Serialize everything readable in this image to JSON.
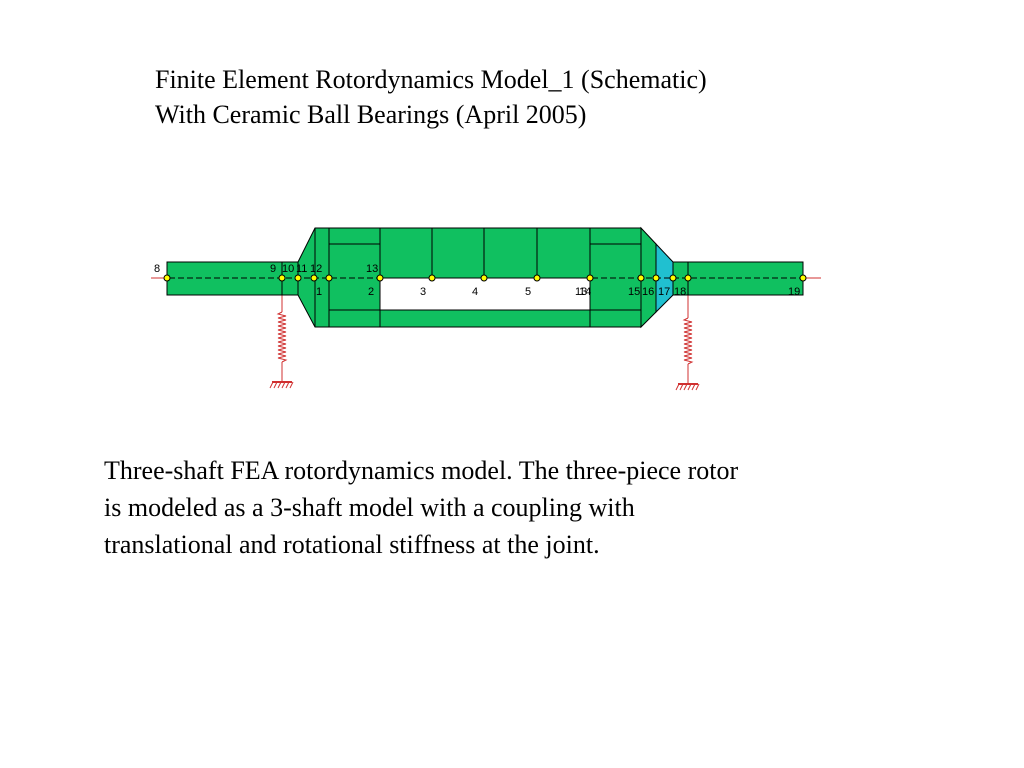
{
  "title": {
    "line1": "Finite Element Rotordynamics Model_1 (Schematic)",
    "line2": "With Ceramic Ball Bearings (April 2005)"
  },
  "caption": {
    "line1": "Three-shaft FEA rotordynamics model. The three-piece rotor",
    "line2": "is modeled as a 3-shaft model with a coupling with",
    "line3": "translational  and rotational stiffness at the joint."
  },
  "diagram": {
    "colors": {
      "shaft": "#10c060",
      "coupling": "#20c0d0",
      "outline": "#000000",
      "axis": "#000000",
      "node": "#ffff00",
      "spring": "#d03030"
    },
    "top_labels": [
      "8",
      "9",
      "10",
      "11",
      "12",
      "13"
    ],
    "bottom_labels": [
      "1",
      "2",
      "3",
      "4",
      "5",
      "13",
      "14",
      "15",
      "16",
      "17",
      "18",
      "19"
    ]
  }
}
